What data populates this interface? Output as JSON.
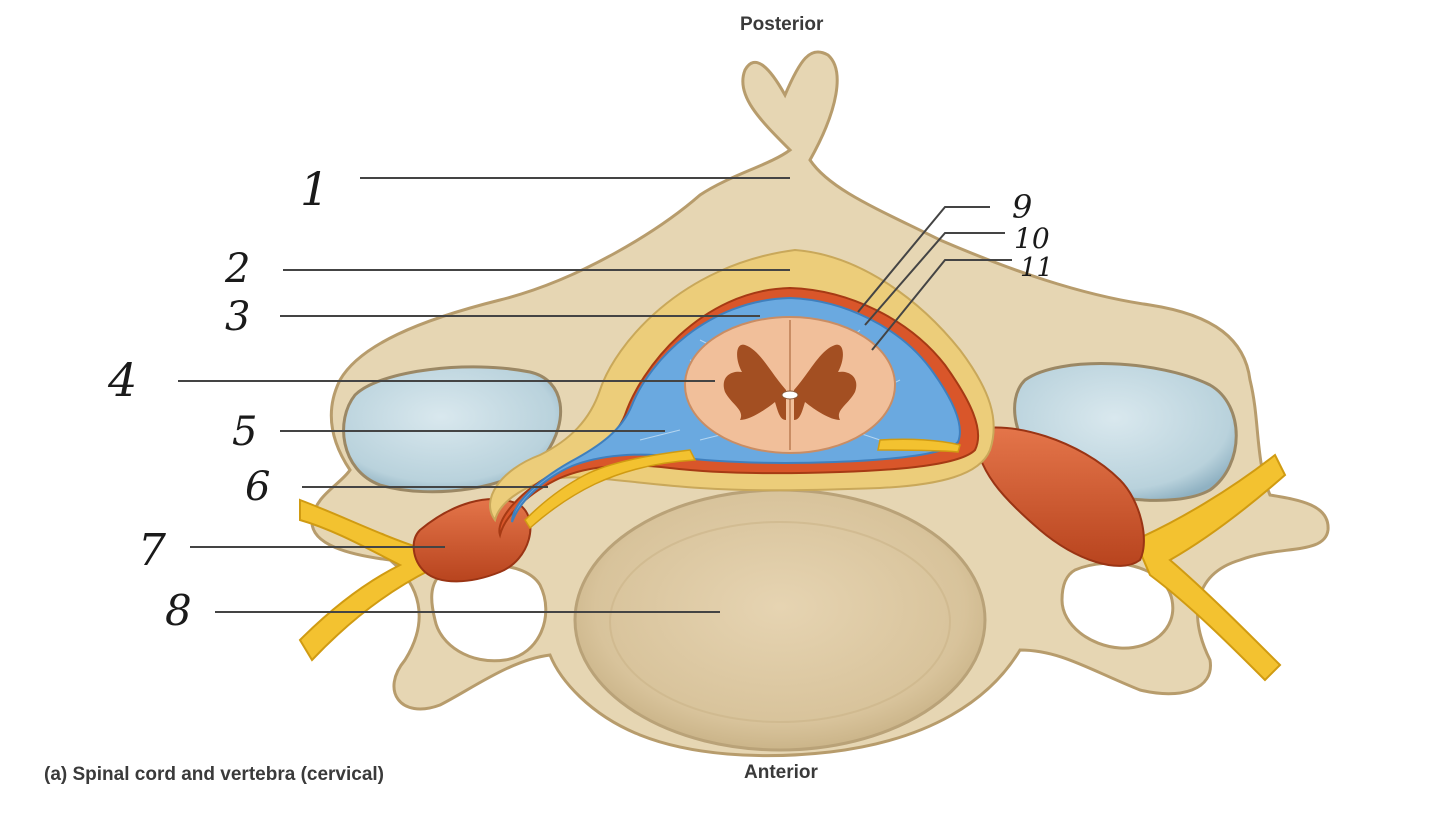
{
  "orientation": {
    "top": "Posterior",
    "bottom": "Anterior"
  },
  "caption": "(a) Spinal cord and vertebra (cervical)",
  "labels": [
    {
      "num": "1"
    },
    {
      "num": "2"
    },
    {
      "num": "3"
    },
    {
      "num": "4"
    },
    {
      "num": "5"
    },
    {
      "num": "6"
    },
    {
      "num": "7"
    },
    {
      "num": "8"
    },
    {
      "num": "9"
    },
    {
      "num": "10"
    },
    {
      "num": "11"
    }
  ],
  "colors": {
    "bone": "#e7d7b4",
    "bone_shadow": "#c9b48a",
    "fat": "#eccd7a",
    "dura": "#d9562a",
    "csf": "#6aa9e0",
    "cord": "#f1bf9a",
    "gray_matter": "#a34f22",
    "nerve": "#f3c230",
    "artery_cavity": "#c8dde6",
    "label_line": "#444444"
  }
}
